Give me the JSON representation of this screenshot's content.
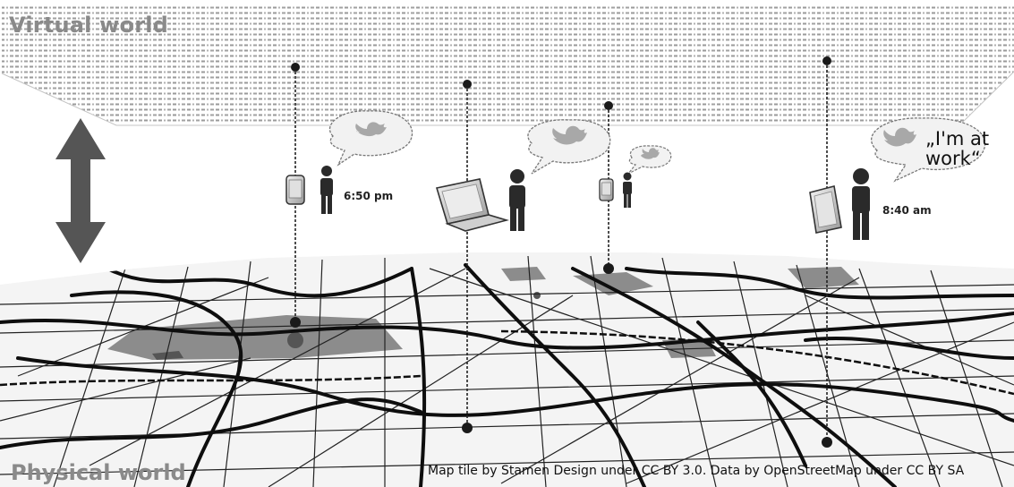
{
  "labels": {
    "virtual_world": "Virtual world",
    "physical_world": "Physical world"
  },
  "attribution": "Map tile by Stamen Design under CC BY 3.0. Data by OpenStreetMap under CC BY SA",
  "events": [
    {
      "device": "smartphone",
      "time": "6:50 pm",
      "icon": "twitter-bird-icon"
    },
    {
      "device": "laptop",
      "icon": "twitter-bird-icon"
    },
    {
      "device": "smartphone",
      "icon": "twitter-bird-icon"
    },
    {
      "device": "tablet",
      "time": "8:40 am",
      "quote_line1": "„I'm at",
      "quote_line2": "work“",
      "icon": "twitter-bird-icon"
    }
  ],
  "colors": {
    "arrow": "#555555",
    "map_roads": "#111111",
    "map_parks": "#8c8c8c",
    "virtual_grid": "#9a9a9a"
  }
}
